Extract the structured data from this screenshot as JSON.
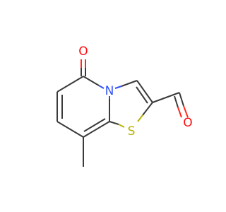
{
  "molecule": {
    "atoms": {
      "carbonyl_oxygen": {
        "symbol": "O",
        "color": "#ff0d0d"
      },
      "ring_nitrogen": {
        "symbol": "N",
        "color": "#3050f8"
      },
      "ring_sulfur": {
        "symbol": "S",
        "color": "#b8b000"
      },
      "aldehyde_oxygen": {
        "symbol": "O",
        "color": "#ff0d0d"
      }
    },
    "bond_color": "#3a3a3a"
  }
}
